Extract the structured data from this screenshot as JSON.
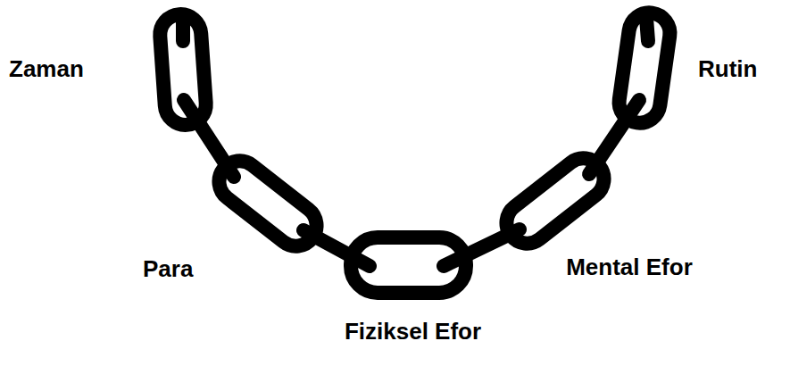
{
  "diagram": {
    "labels": [
      "Zaman",
      "Rutin",
      "Para",
      "Mental Efor",
      "Fiziksel Efor"
    ]
  }
}
